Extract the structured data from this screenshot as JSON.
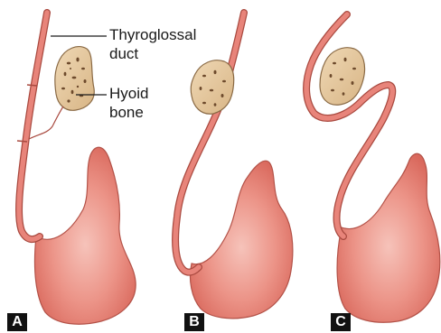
{
  "labels": {
    "thyroglossal_line1": "Thyroglossal",
    "thyroglossal_line2": "duct",
    "hyoid_line1": "Hyoid",
    "hyoid_line2": "bone"
  },
  "panels": [
    {
      "letter": "A"
    },
    {
      "letter": "B"
    },
    {
      "letter": "C"
    }
  ],
  "colors": {
    "thyroid_fill": "#e7877c",
    "thyroid_stroke": "#b35248",
    "thyroid_highlight": "#f3b3a9",
    "duct_fill": "#e8847a",
    "duct_stroke": "#a94a40",
    "bone_fill": "#e2c49a",
    "bone_stroke": "#8a6a45",
    "bone_spots": "#6d4a2c",
    "badge": "#111111"
  }
}
